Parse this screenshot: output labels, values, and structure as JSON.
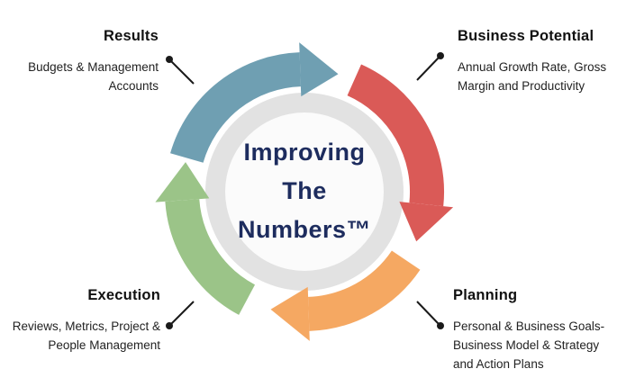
{
  "title": "Improving The Numbers™",
  "center": {
    "lines": [
      "Improving",
      "The",
      "Numbers™"
    ]
  },
  "segments": {
    "results": {
      "title": "Results",
      "description": "Budgets & Management Accounts",
      "color": "#6f9fb2"
    },
    "business_potential": {
      "title": "Business Potential",
      "description": "Annual Growth Rate, Gross Margin and Productivity",
      "color": "#da5a57"
    },
    "planning": {
      "title": "Planning",
      "description": "Personal & Business Goals- Business Model & Strategy and Action Plans",
      "color": "#f5a862"
    },
    "execution": {
      "title": "Execution",
      "description": "Reviews, Metrics, Project & People Management",
      "color": "#9bc488"
    }
  },
  "colors": {
    "ring": "#e2e2e2",
    "center_bg": "#fbfbfb",
    "center_text": "#1d2c5e",
    "heading_text": "#111111",
    "body_text": "#222222",
    "connector": "#1a1a1a",
    "background": "#ffffff"
  }
}
